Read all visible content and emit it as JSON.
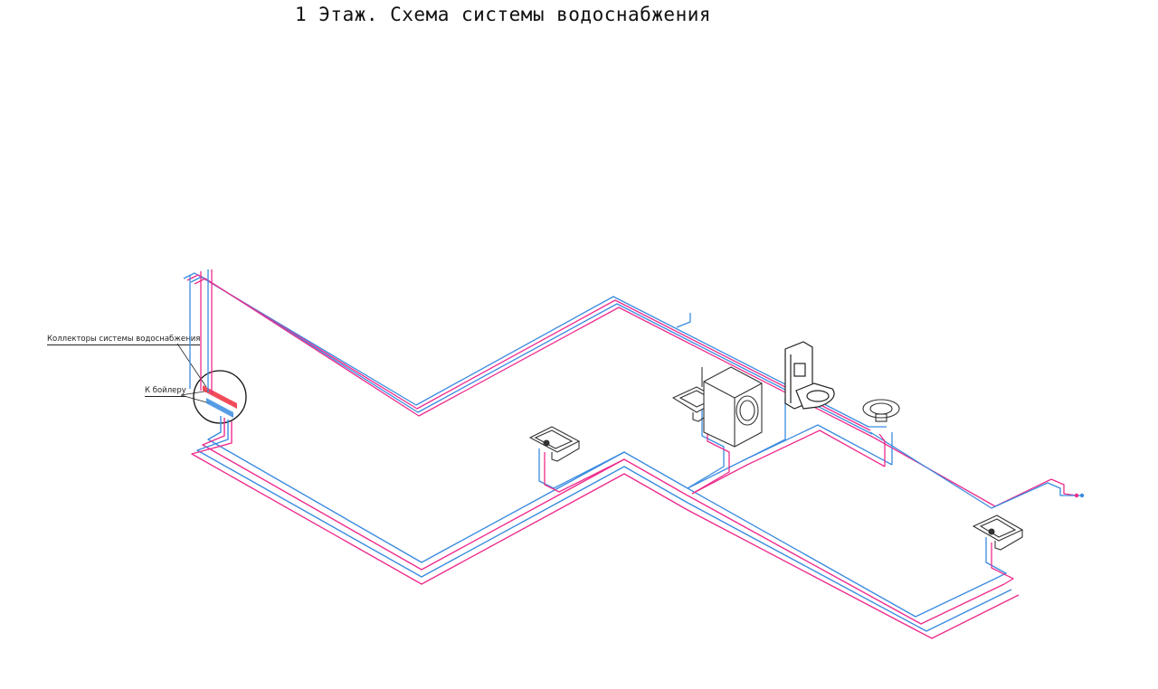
{
  "title": "1 Этаж. Схема системы водоснабжения",
  "labels": {
    "collectors": "Коллекторы системы водоснабжения",
    "boiler": "К бойлеру"
  },
  "colors": {
    "cold_water": "#3a8be0",
    "hot_water": "#ee2c8c",
    "equipment": "#333333"
  },
  "fixtures": [
    "sink",
    "sink",
    "washing-machine",
    "toilet-installation",
    "bidet",
    "sink"
  ]
}
